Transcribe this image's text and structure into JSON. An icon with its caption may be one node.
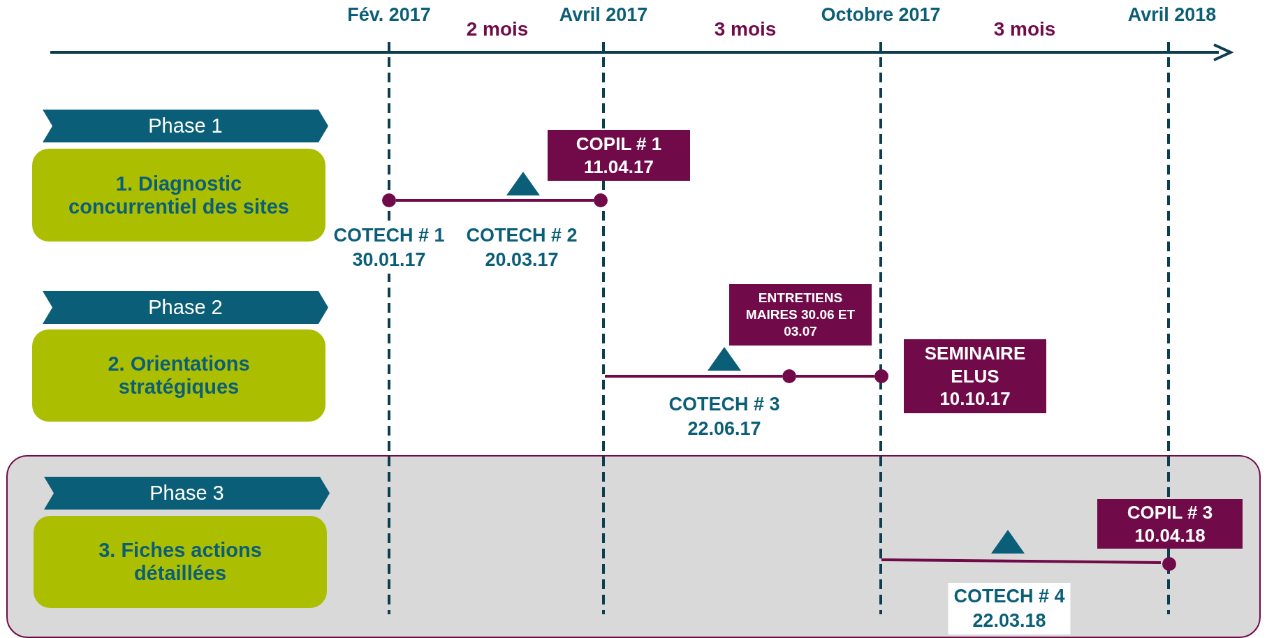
{
  "diagram": {
    "nodes": [
      {
        "text": [
          "Phase 1"
        ]
      },
      {
        "text": [
          "1. Diagnostic concurrentiel des sites"
        ]
      },
      {
        "text": [
          "COPIL # 1 11.04.17"
        ]
      },
      {
        "text": [],
        "shape": "circle"
      },
      {
        "text": [],
        "shape": "circle"
      },
      {
        "text": [
          "Phase 2"
        ]
      },
      {
        "text": [
          "2. Orientations stratégiques"
        ]
      },
      {
        "text": [
          "ENTRETIENS MAIRES 30.06 ET 03.07"
        ]
      },
      {
        "text": [
          "SEMINAIRE ELUS 10.10.17"
        ]
      },
      {
        "text": [],
        "shape": "circle"
      },
      {
        "text": [],
        "shape": "circle"
      },
      {
        "text": [],
        "shape": "box"
      },
      {
        "text": [
          "Phase 3"
        ],
        "in": 11
      },
      {
        "text": [
          "3. Fiches actions détaillées"
        ],
        "in": 11
      },
      {
        "text": [
          "COPIL # 3 10.04.18"
        ],
        "in": 11
      },
      {
        "text": [],
        "shape": "circle",
        "in": 11
      }
    ],
    "edges": [
      {
        "from": 3,
        "to": 4,
        "arrow": "none"
      },
      {
        "from": null,
        "to": 9,
        "arrow": "none"
      },
      {
        "from": 9,
        "to": 10,
        "arrow": "none"
      },
      {
        "from": null,
        "to": 15,
        "arrow": "none"
      }
    ],
    "labels": [
      "Fév. 2017",
      "2 mois",
      "Avril 2017",
      "3 mois",
      "Octobre 2017",
      "3 mois",
      "Avril 2018",
      "COTECH # 1 30.01.17",
      "COTECH # 2 20.03.17",
      "COTECH # 3 22.06.17",
      "COTECH # 4 22.03.18"
    ]
  }
}
